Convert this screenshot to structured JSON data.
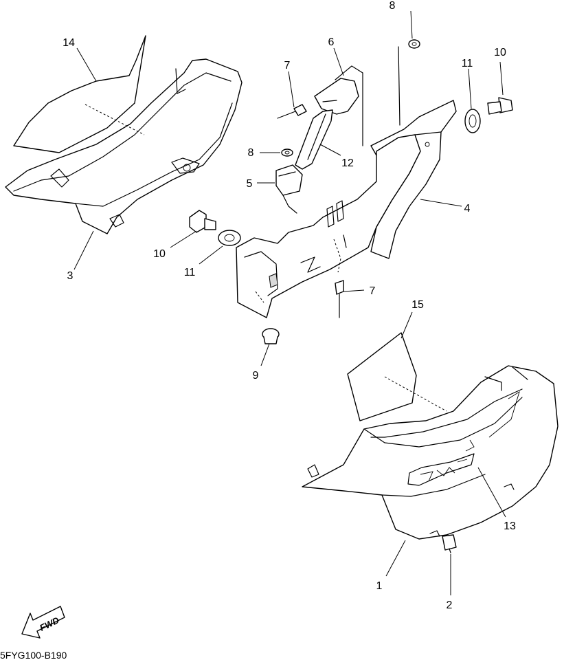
{
  "callouts": {
    "c1": "1",
    "c2": "2",
    "c3": "3",
    "c4": "4",
    "c5": "5",
    "c6": "6",
    "c7a": "7",
    "c7b": "7",
    "c8a": "8",
    "c8b": "8",
    "c9": "9",
    "c10a": "10",
    "c10b": "10",
    "c11a": "11",
    "c11b": "11",
    "c12": "12",
    "c13": "13",
    "c14": "14",
    "c15": "15"
  },
  "fwd_label": "FWD",
  "diagram_code": "5FYG100-B190"
}
